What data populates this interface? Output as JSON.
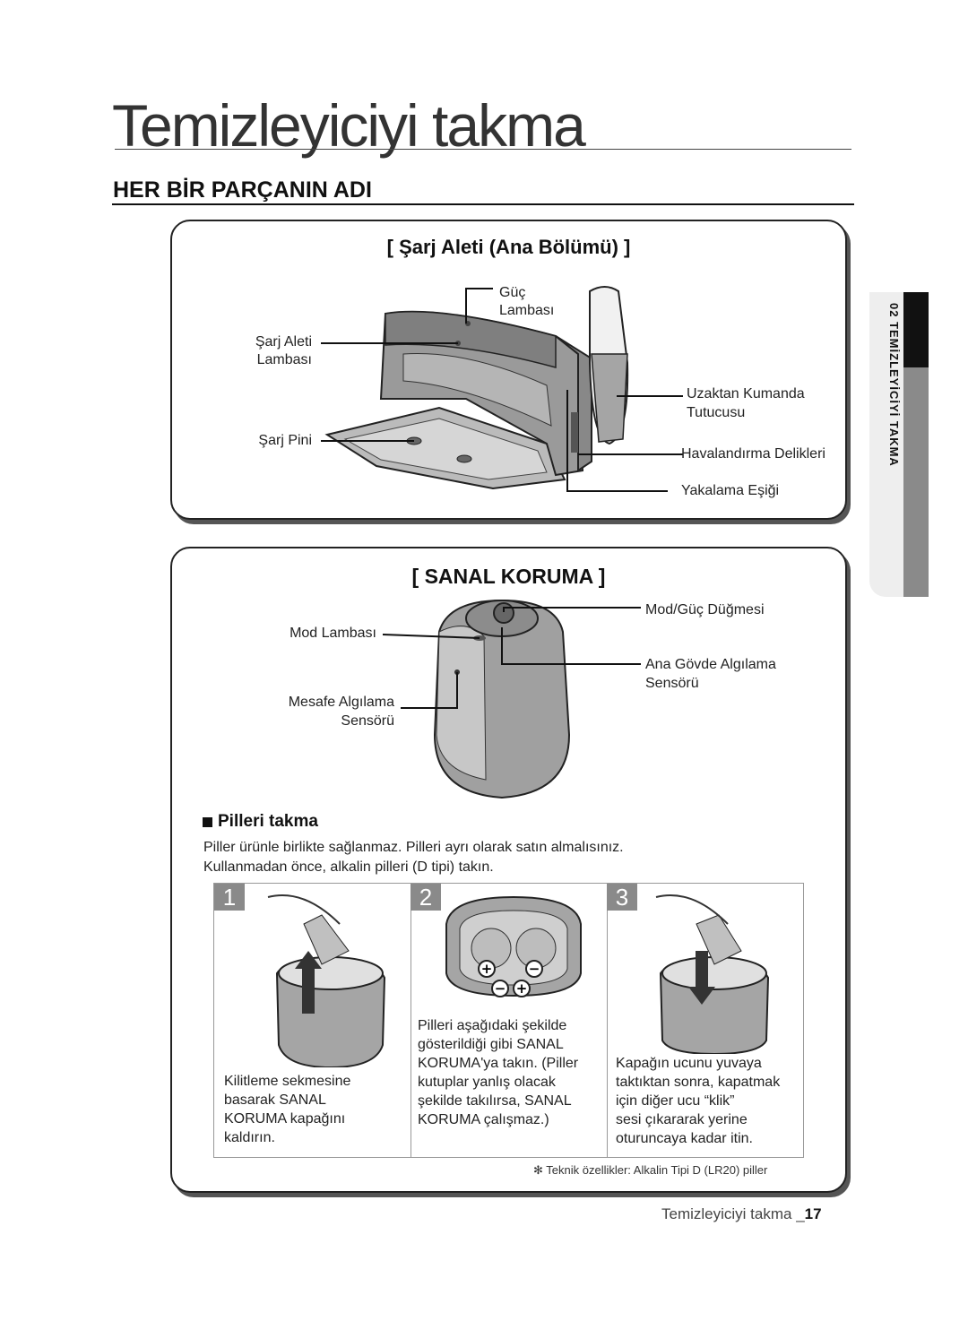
{
  "page": {
    "title": "Temizleyiciyi takma",
    "section": "HER BİR PARÇANIN ADI",
    "side_tab": "02 TEMİZLEYİCİYİ TAKMA",
    "footer_text": "Temizleyiciyi takma _",
    "footer_num": "17"
  },
  "charger": {
    "heading": "[ Şarj Aleti (Ana Bölümü) ]",
    "labels": {
      "power_lamp_1": "Güç",
      "power_lamp_2": "Lambası",
      "charger_lamp_1": "Şarj Aleti",
      "charger_lamp_2": "Lambası",
      "charge_pin": "Şarj Pini",
      "remote_holder_1": "Uzaktan Kumanda",
      "remote_holder_2": "Tutucusu",
      "vents": "Havalandırma Delikleri",
      "catch_threshold": "Yakalama Eşiği"
    }
  },
  "guard": {
    "heading": "[ SANAL KORUMA ]",
    "labels": {
      "mode_button": "Mod/Güç Düğmesi",
      "mode_lamp": "Mod Lambası",
      "body_sensor_1": "Ana Gövde Algılama",
      "body_sensor_2": "Sensörü",
      "distance_sensor_1": "Mesafe Algılama",
      "distance_sensor_2": "Sensörü"
    }
  },
  "batteries": {
    "heading": "Pilleri takma",
    "intro_1": "Piller ürünle birlikte sağlanmaz. Pilleri ayrı olarak satın almalısınız.",
    "intro_2": "Kullanmadan önce, alkalin pilleri (D tipi) takın.",
    "steps": [
      {
        "num": "1",
        "text": [
          "Kilitleme sekmesine",
          "basarak SANAL",
          "KORUMA kapağını",
          "kaldırın."
        ]
      },
      {
        "num": "2",
        "text": [
          "Pilleri aşağıdaki şekilde",
          "gösterildiği gibi SANAL",
          "KORUMA'ya takın. (Piller",
          "kutuplar yanlış olacak",
          "şekilde takılırsa, SANAL",
          "KORUMA çalışmaz.)"
        ]
      },
      {
        "num": "3",
        "text": [
          "Kapağın ucunu yuvaya",
          "taktıktan sonra, kapatmak",
          "için diğer ucu “klik”",
          "sesi çıkararak yerine",
          "oturuncaya kadar itin."
        ]
      }
    ],
    "note": "✻ Teknik özellikler: Alkalin Tipi D (LR20) piller"
  }
}
